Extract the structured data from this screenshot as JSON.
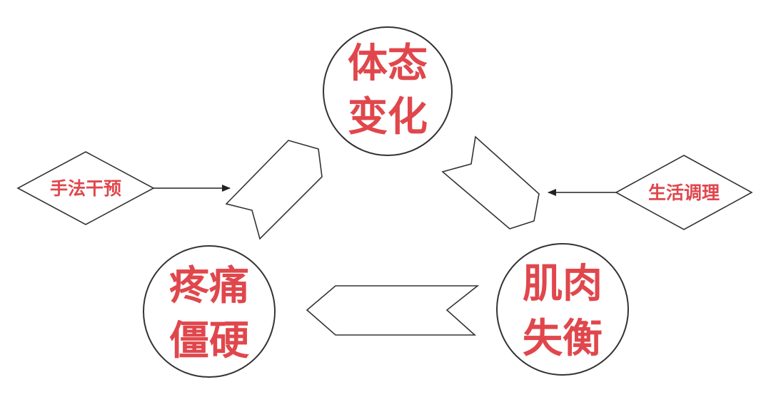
{
  "nodes": {
    "posture_change": {
      "line1": "体态",
      "line2": "变化"
    },
    "muscle_imbalance": {
      "line1": "肌肉",
      "line2": "失衡"
    },
    "pain_stiffness": {
      "line1": "疼痛",
      "line2": "僵硬"
    }
  },
  "interventions": {
    "manual_therapy": "手法干预",
    "lifestyle": "生活调理"
  },
  "colors": {
    "label": "#e0474c",
    "stroke": "#222222",
    "background": "#ffffff"
  }
}
